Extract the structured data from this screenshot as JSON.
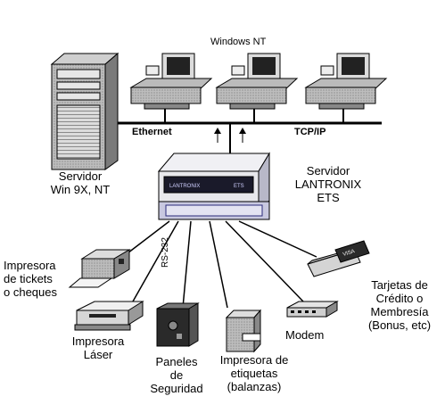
{
  "top_label": "Windows NT",
  "network": {
    "ethernet": "Ethernet",
    "tcpip": "TCP/IP"
  },
  "server_left": "Servidor\nWin 9X, NT",
  "lantronix": {
    "label": "Servidor\nLANTRONIX\nETS",
    "device_brand": "LANTRONIX",
    "device_model": "ETS"
  },
  "rs232": "RS-232",
  "peripherals": {
    "ticket_printer": "Impresora\nde tickets\no cheques",
    "laser_printer": "Impresora\nLáser",
    "security_panels": "Paneles\nde\nSeguridad",
    "label_printer": "Impresora de\netiquetas\n(balanzas)",
    "modem": "Modem",
    "cards": "Tarjetas de\nCrédito o\nMembresía\n(Bonus, etc)",
    "card_text": "VISA"
  },
  "colors": {
    "line": "#000000",
    "device_body": "#e8e8ec",
    "device_accent": "#2a2a7a"
  }
}
